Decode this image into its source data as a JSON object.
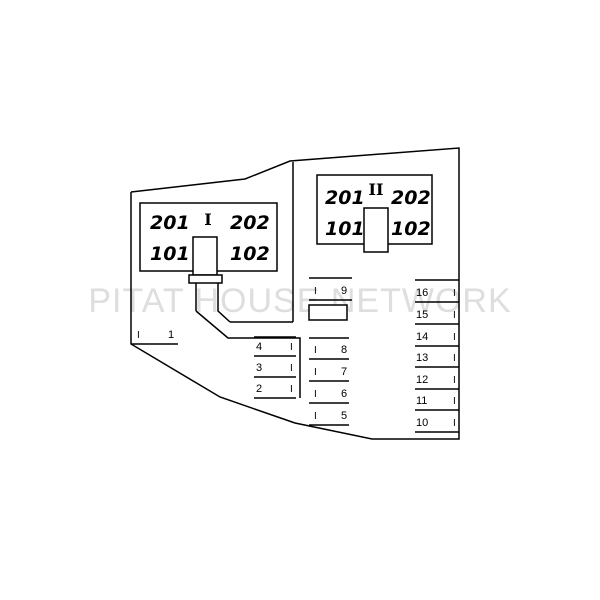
{
  "watermark": "PITAT HOUSE NETWORK",
  "buildings": [
    {
      "name": "I",
      "units": {
        "top_left": "201",
        "top_right": "202",
        "bottom_left": "101",
        "bottom_right": "102"
      }
    },
    {
      "name": "II",
      "units": {
        "top_left": "201",
        "top_right": "202",
        "bottom_left": "101",
        "bottom_right": "102"
      }
    }
  ],
  "parking_spaces": [
    "1",
    "2",
    "3",
    "4",
    "5",
    "6",
    "7",
    "8",
    "9",
    "10",
    "11",
    "12",
    "13",
    "14",
    "15",
    "16"
  ],
  "space_marker": "I"
}
